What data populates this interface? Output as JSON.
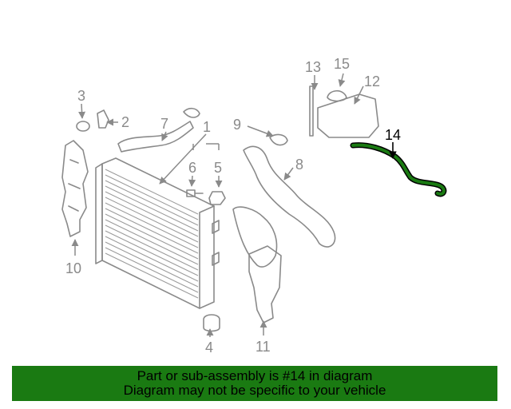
{
  "diagram": {
    "highlight_color": "#1a7a12",
    "part_color": "#8a8a8a",
    "callouts": {
      "n1": "1",
      "n2": "2",
      "n3": "3",
      "n4": "4",
      "n5": "5",
      "n6": "6",
      "n7": "7",
      "n8": "8",
      "n9": "9",
      "n10": "10",
      "n11": "11",
      "n12": "12",
      "n13": "13",
      "n14": "14",
      "n15": "15"
    }
  },
  "banner": {
    "line1": "Part or sub-assembly is #14 in diagram",
    "line2": "Diagram may not be specific to your vehicle",
    "background": "#1a7a12"
  }
}
